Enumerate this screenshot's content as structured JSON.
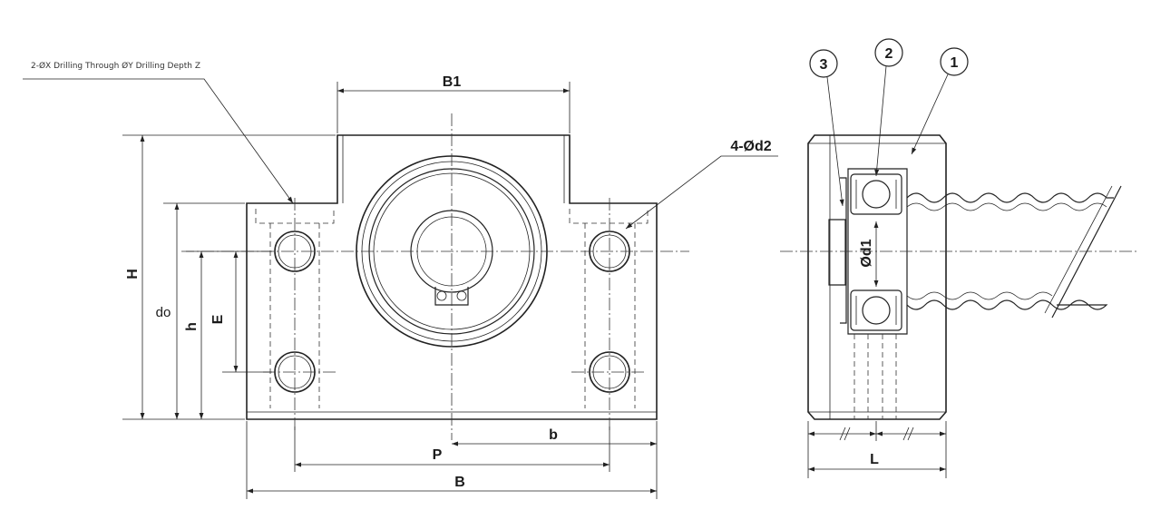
{
  "drawing": {
    "note": "2-ØX Drilling Through ØY Drilling Depth Z",
    "front_view": {
      "dim_B1": "B1",
      "dim_H": "H",
      "dim_do": "do",
      "dim_h": "h",
      "dim_E": "E",
      "dim_P": "P",
      "dim_b": "b",
      "dim_B": "B",
      "callout_holes": "4-Ød2"
    },
    "side_view": {
      "dim_d1": "Ød1",
      "dim_L": "L",
      "balloons": [
        "3",
        "2",
        "1"
      ]
    },
    "colors": {
      "line": "#222222",
      "background": "#ffffff"
    }
  }
}
